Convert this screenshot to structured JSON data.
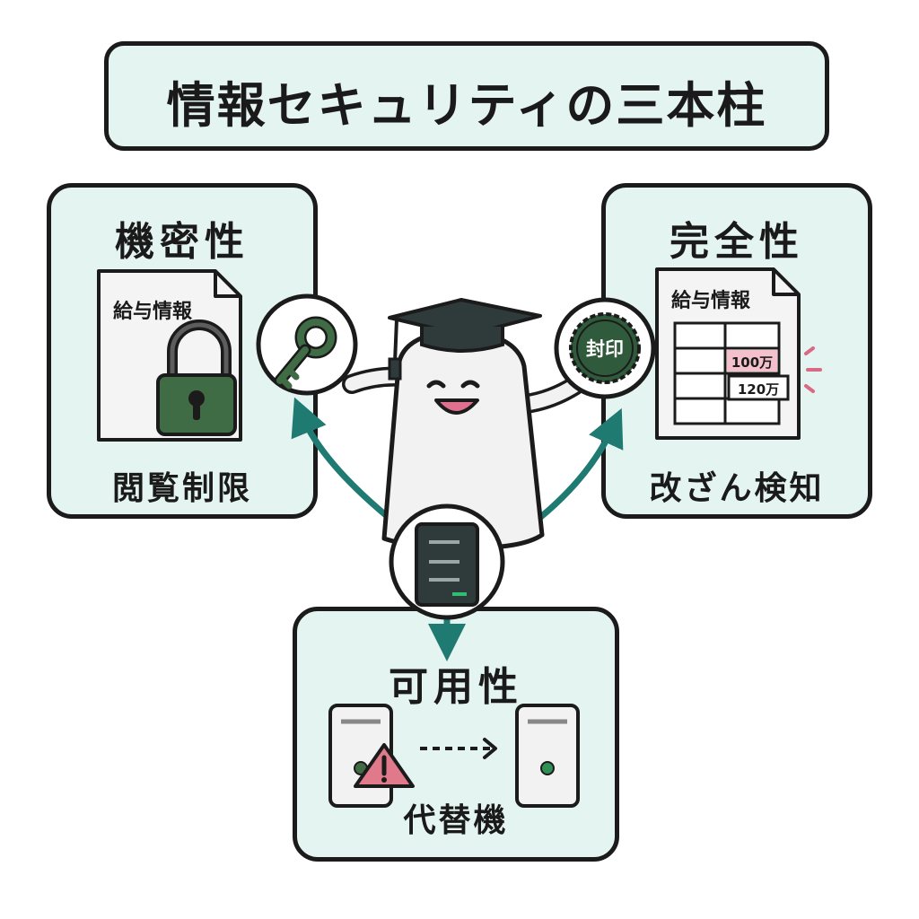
{
  "title": "情報セキュリティの三本柱",
  "pillars": {
    "confidentiality": {
      "heading": "機密性",
      "document_label": "給与情報",
      "caption": "閲覧制限",
      "icon": "padlock-icon"
    },
    "integrity": {
      "heading": "完全性",
      "document_label": "給与情報",
      "seal_text": "封印",
      "cell_value_1": "100万",
      "cell_value_2": "120万",
      "caption": "改ざん検知",
      "icon": "seal-icon"
    },
    "availability": {
      "heading": "可用性",
      "caption": "代替機",
      "icon": "server-icon"
    }
  },
  "colors": {
    "panel_bg": "#e4f4f0",
    "outline": "#1b1b1b",
    "arrow_teal": "#1f7a72",
    "lock_green": "#3f6b45",
    "seal_green": "#2f5a3b",
    "highlight_pink": "#f3c0cb",
    "warning_red": "#e07a8a",
    "server_dark": "#2f3a3a"
  }
}
